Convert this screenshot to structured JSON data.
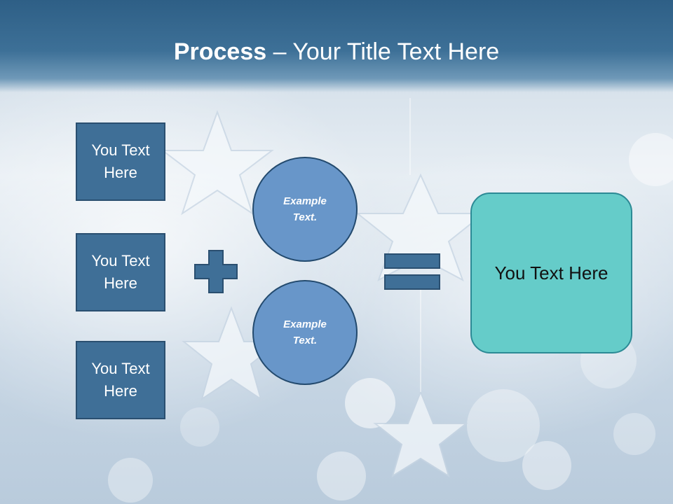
{
  "title": {
    "bold": "Process",
    "rest": " – Your Title Text Here"
  },
  "left_boxes": [
    {
      "label": "You Text Here"
    },
    {
      "label": "You Text Here"
    },
    {
      "label": "You Text Here"
    }
  ],
  "circles": [
    {
      "label": "Example Text."
    },
    {
      "label": "Example Text."
    }
  ],
  "operators": {
    "plus": "plus-icon",
    "equals": "equals-icon"
  },
  "result": {
    "label": "You Text Here"
  },
  "colors": {
    "header": "#3d7097",
    "box_fill": "#3f6f97",
    "circle_fill": "#6896c9",
    "result_fill": "#65ccc9"
  }
}
